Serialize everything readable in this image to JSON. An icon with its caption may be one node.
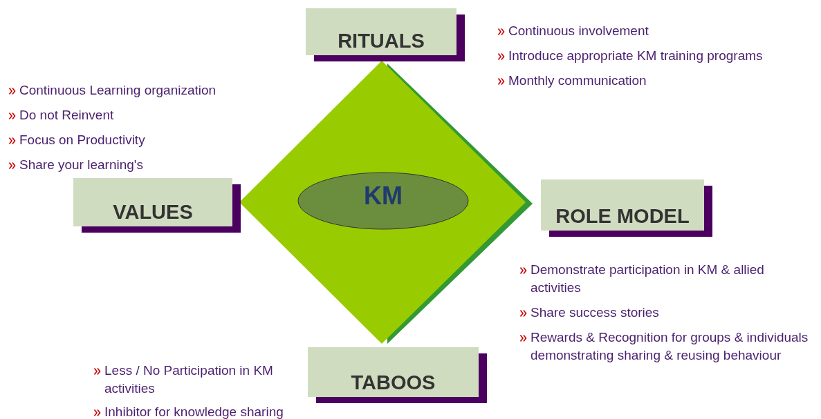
{
  "diagram": {
    "nodes": [
      {
        "text": [],
        "shape": "diamond"
      },
      {
        "text": [
          "KM"
        ],
        "in": 0
      },
      {
        "text": [
          "RITUALS"
        ]
      },
      {
        "text": [
          "VALUES"
        ]
      },
      {
        "text": [
          "ROLE MODEL"
        ]
      },
      {
        "text": [
          "TABOOS"
        ]
      }
    ],
    "labels": [
      "Continuous involvement",
      "Introduce appropriate KM training programs",
      "Monthly communication",
      "Continuous Learning organization",
      "Do not Reinvent",
      "Focus on Productivity",
      "Share your learning's",
      "Demonstrate participation in KM & allied activities",
      "Share success stories",
      "Rewards & Recognition for groups & individuals demonstrating sharing & reusing behaviour",
      "Less / No Participation in KM activities",
      "Inhibitor for knowledge sharing"
    ]
  }
}
